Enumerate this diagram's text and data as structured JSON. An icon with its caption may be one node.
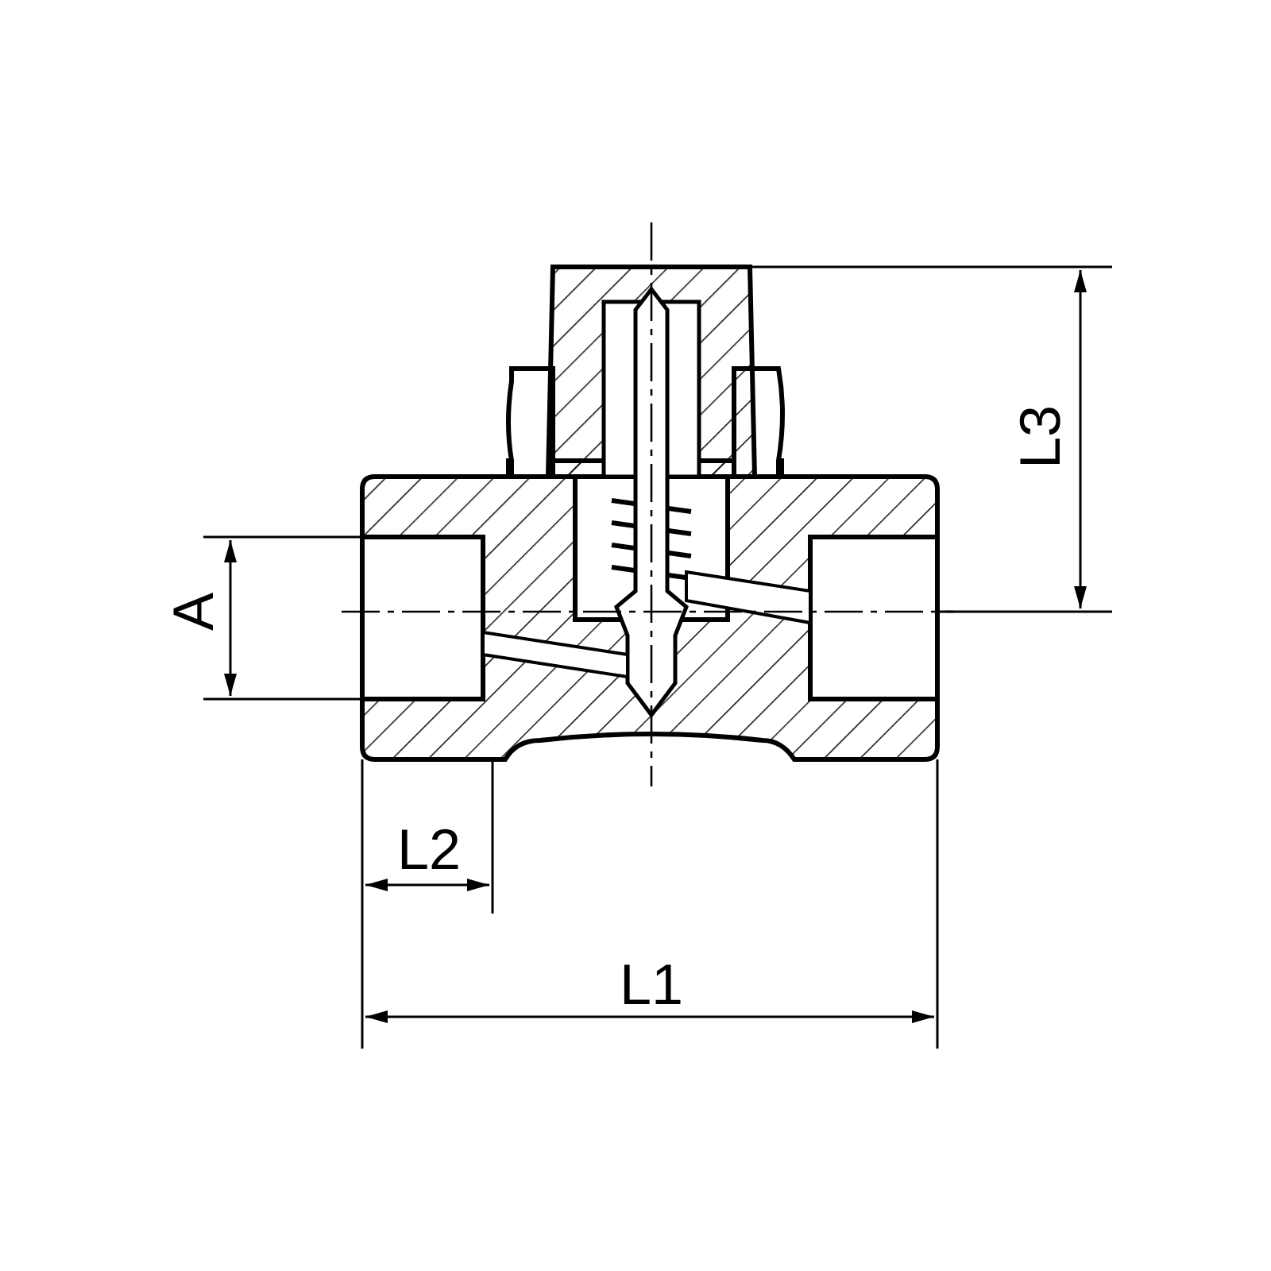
{
  "diagram": {
    "labels": [
      "L3",
      "A",
      "L2",
      "L1"
    ]
  }
}
